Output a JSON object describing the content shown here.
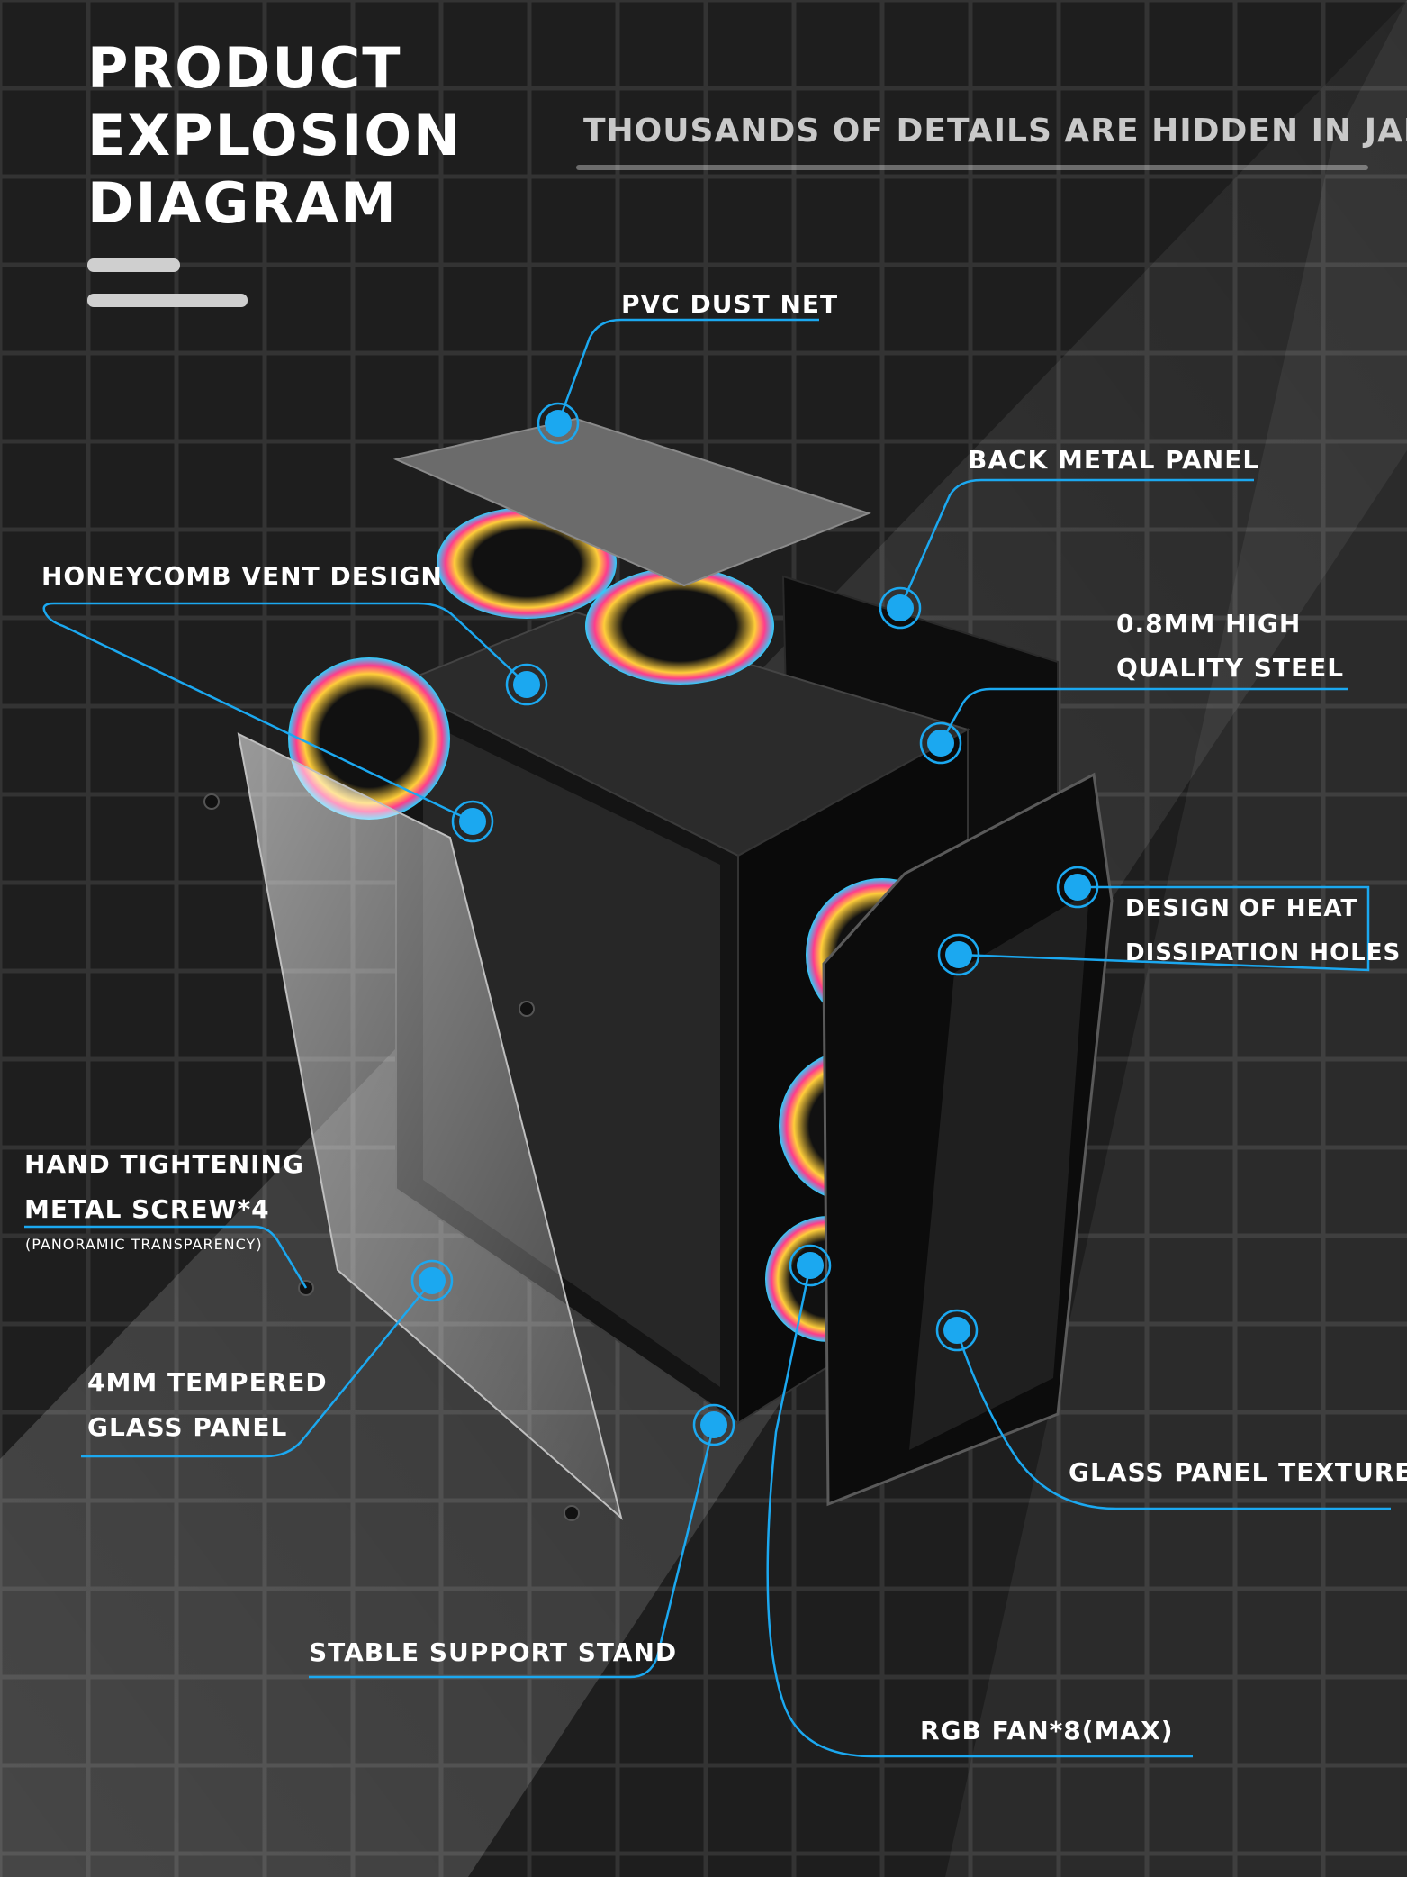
{
  "header": {
    "title_lines": [
      "PRODUCT",
      "EXPLOSION",
      "DIAGRAM"
    ],
    "subtitle": "THOUSANDS OF DETAILS ARE HIDDEN IN JANE"
  },
  "callouts": {
    "pvc_dust_net": "PVC DUST NET",
    "back_metal_panel": "BACK METAL PANEL",
    "honeycomb_vent_design": "HONEYCOMB VENT DESIGN",
    "steel": [
      "0.8MM HIGH",
      "QUALITY STEEL"
    ],
    "heat_dissipation": [
      "DESIGN OF HEAT",
      "DISSIPATION HOLES"
    ],
    "hand_screw": [
      "HAND TIGHTENING",
      "METAL SCREW*4"
    ],
    "hand_screw_note": "(PANORAMIC TRANSPARENCY)",
    "tempered_glass": [
      "4MM TEMPERED",
      "GLASS PANEL"
    ],
    "glass_texture": "GLASS PANEL TEXTURE",
    "support_stand": "STABLE SUPPORT STAND",
    "rgb_fan": "RGB FAN*8(MAX)"
  },
  "colors": {
    "background": "#1e1e1e",
    "accent": "#1ba8f0",
    "grid": "#333333"
  }
}
